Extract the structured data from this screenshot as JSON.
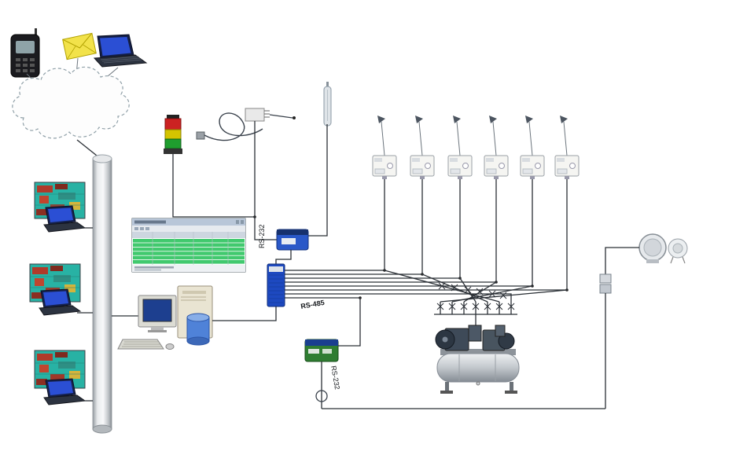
{
  "diagram": {
    "labels": {
      "converter_serial": "RS-232",
      "fieldbus_serial": "RS-485",
      "modem_serial": "RS-232"
    },
    "colors": {
      "device_blue": "#1d49c0",
      "screenshot_teal": "#28b2a4",
      "table_green": "#41c96e",
      "alarm_red": "#cc2222",
      "alarm_amber": "#d4c400",
      "alarm_green": "#1f9e2e"
    },
    "icons": [
      "pda-phone-icon",
      "email-icon",
      "notify-laptop-icon",
      "network-cloud",
      "network-backbone",
      "scada-screenshot",
      "client-laptop-icon",
      "alarm-stack-light-icon",
      "cable-loop-sensor-icon",
      "antenna-probe-icon",
      "serial-converter-device",
      "rtu-controller-device",
      "alarm-table-screenshot",
      "monitor-icon",
      "pc-tower-icon",
      "database-icon",
      "keyboard-icon",
      "field-sensor-icon",
      "valve-manifold",
      "air-compressor-icon",
      "round-detector-icon",
      "junction-box-icon",
      "modem-device",
      "cable-coil"
    ]
  }
}
